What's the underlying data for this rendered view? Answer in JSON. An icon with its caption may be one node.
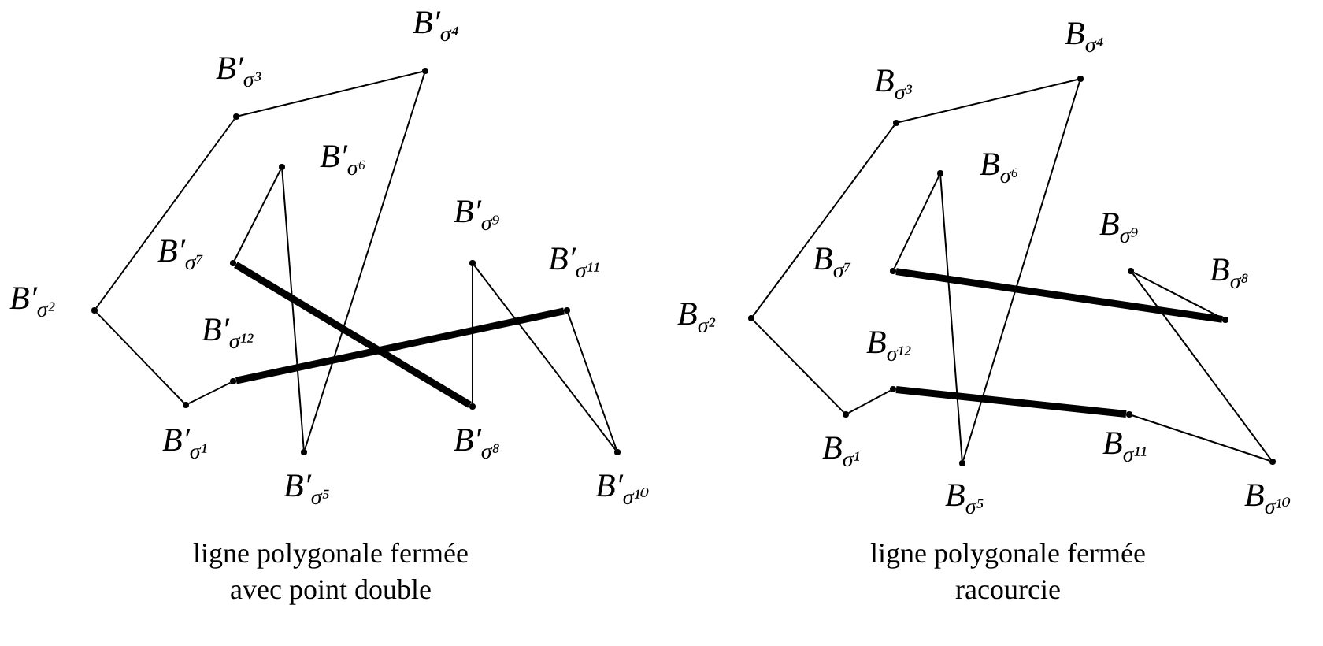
{
  "diagram": {
    "nodes": [
      {
        "text": [],
        "shape": "point",
        "beside": [
          "B′$_{σ¹}$"
        ]
      },
      {
        "text": [],
        "shape": "point",
        "beside": [
          "B′$_{σ²}$"
        ]
      },
      {
        "text": [],
        "shape": "point",
        "beside": [
          "B′$_{σ³}$"
        ]
      },
      {
        "text": [],
        "shape": "point",
        "beside": [
          "B′$_{σ⁴}$"
        ]
      },
      {
        "text": [],
        "shape": "point",
        "beside": [
          "B′$_{σ⁵}$"
        ]
      },
      {
        "text": [],
        "shape": "point",
        "beside": [
          "B′$_{σ⁶}$"
        ]
      },
      {
        "text": [],
        "shape": "point",
        "beside": [
          "B′$_{σ⁷}$"
        ]
      },
      {
        "text": [],
        "shape": "point",
        "beside": [
          "B′$_{σ⁸}$"
        ]
      },
      {
        "text": [],
        "shape": "point",
        "beside": [
          "B′$_{σ⁹}$"
        ]
      },
      {
        "text": [],
        "shape": "point",
        "beside": [
          "B′$_{σ¹⁰}$"
        ]
      },
      {
        "text": [],
        "shape": "point",
        "beside": [
          "B′$_{σ¹¹}$"
        ]
      },
      {
        "text": [],
        "shape": "point",
        "beside": [
          "B′$_{σ¹²}$"
        ]
      },
      {
        "text": [],
        "shape": "point",
        "beside": [
          "B$_{σ¹}$"
        ]
      },
      {
        "text": [],
        "shape": "point",
        "beside": [
          "B$_{σ²}$"
        ]
      },
      {
        "text": [],
        "shape": "point",
        "beside": [
          "B$_{σ³}$"
        ]
      },
      {
        "text": [],
        "shape": "point",
        "beside": [
          "B$_{σ⁴}$"
        ]
      },
      {
        "text": [],
        "shape": "point",
        "beside": [
          "B$_{σ⁵}$"
        ]
      },
      {
        "text": [],
        "shape": "point",
        "beside": [
          "B$_{σ⁶}$"
        ]
      },
      {
        "text": [],
        "shape": "point",
        "beside": [
          "B$_{σ⁷}$"
        ]
      },
      {
        "text": [],
        "shape": "point",
        "beside": [
          "B$_{σ⁸}$"
        ]
      },
      {
        "text": [],
        "shape": "point",
        "beside": [
          "B$_{σ⁹}$"
        ]
      },
      {
        "text": [],
        "shape": "point",
        "beside": [
          "B$_{σ¹⁰}$"
        ]
      },
      {
        "text": [],
        "shape": "point",
        "beside": [
          "B$_{σ¹¹}$"
        ]
      },
      {
        "text": [],
        "shape": "point",
        "beside": [
          "B$_{σ¹²}$"
        ]
      }
    ],
    "edges": [
      {
        "from": 0,
        "to": 1,
        "arrow": "none"
      },
      {
        "from": 1,
        "to": 2,
        "arrow": "none"
      },
      {
        "from": 2,
        "to": 3,
        "arrow": "none"
      },
      {
        "from": 3,
        "to": 4,
        "arrow": "none"
      },
      {
        "from": 4,
        "to": 5,
        "arrow": "none"
      },
      {
        "from": 5,
        "to": 6,
        "arrow": "none"
      },
      {
        "from": 6,
        "to": 7,
        "arrow": "none",
        "style": "thick"
      },
      {
        "from": 7,
        "to": 8,
        "arrow": "none"
      },
      {
        "from": 8,
        "to": 9,
        "arrow": "none"
      },
      {
        "from": 9,
        "to": 10,
        "arrow": "none"
      },
      {
        "from": 10,
        "to": 11,
        "arrow": "none",
        "style": "thick"
      },
      {
        "from": 11,
        "to": 0,
        "arrow": "none"
      },
      {
        "from": 12,
        "to": 13,
        "arrow": "none"
      },
      {
        "from": 13,
        "to": 14,
        "arrow": "none"
      },
      {
        "from": 14,
        "to": 15,
        "arrow": "none"
      },
      {
        "from": 15,
        "to": 16,
        "arrow": "none"
      },
      {
        "from": 16,
        "to": 17,
        "arrow": "none"
      },
      {
        "from": 17,
        "to": 18,
        "arrow": "none"
      },
      {
        "from": 18,
        "to": 19,
        "arrow": "none",
        "style": "thick"
      },
      {
        "from": 19,
        "to": 20,
        "arrow": "none"
      },
      {
        "from": 20,
        "to": 21,
        "arrow": "none"
      },
      {
        "from": 21,
        "to": 22,
        "arrow": "none"
      },
      {
        "from": 22,
        "to": 23,
        "arrow": "none",
        "style": "thick"
      },
      {
        "from": 23,
        "to": 12,
        "arrow": "none"
      }
    ],
    "labels": [
      "ligne polygonale fermée avec point double",
      "ligne polygonale fermée racourcie"
    ]
  }
}
